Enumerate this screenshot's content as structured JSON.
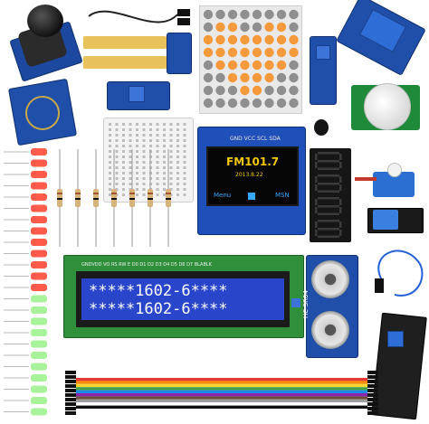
{
  "oled": {
    "header_pins": "GND VCC SCL SDA",
    "station": "FM101.7",
    "date": "2013.8.22",
    "menu_label": "Menu",
    "msn_label": "MSN"
  },
  "lcd": {
    "line1": "*****1602-6****",
    "line2": "*****1602-6****",
    "pin_labels": "GNDVDD VO RS RW E D0 D1 D2 D3 D4 D5 D6 D7 BLABLK"
  },
  "ultrasonic": {
    "model_label": "HC-SR04"
  },
  "seven_segment": {
    "digits": [
      "8",
      "8",
      "8",
      "8"
    ]
  },
  "colors": {
    "pcb_blue": "#1f4fa8",
    "lcd_green": "#2f8f3a",
    "lcd_screen": "#2945c9",
    "matrix_orange": "#f59a3c",
    "matrix_gray": "#8f8f8f",
    "oled_text": "#f3c800",
    "oled_accent": "#35a8ff",
    "led_red": "#ff5a4a",
    "led_green": "#a8f29a"
  }
}
